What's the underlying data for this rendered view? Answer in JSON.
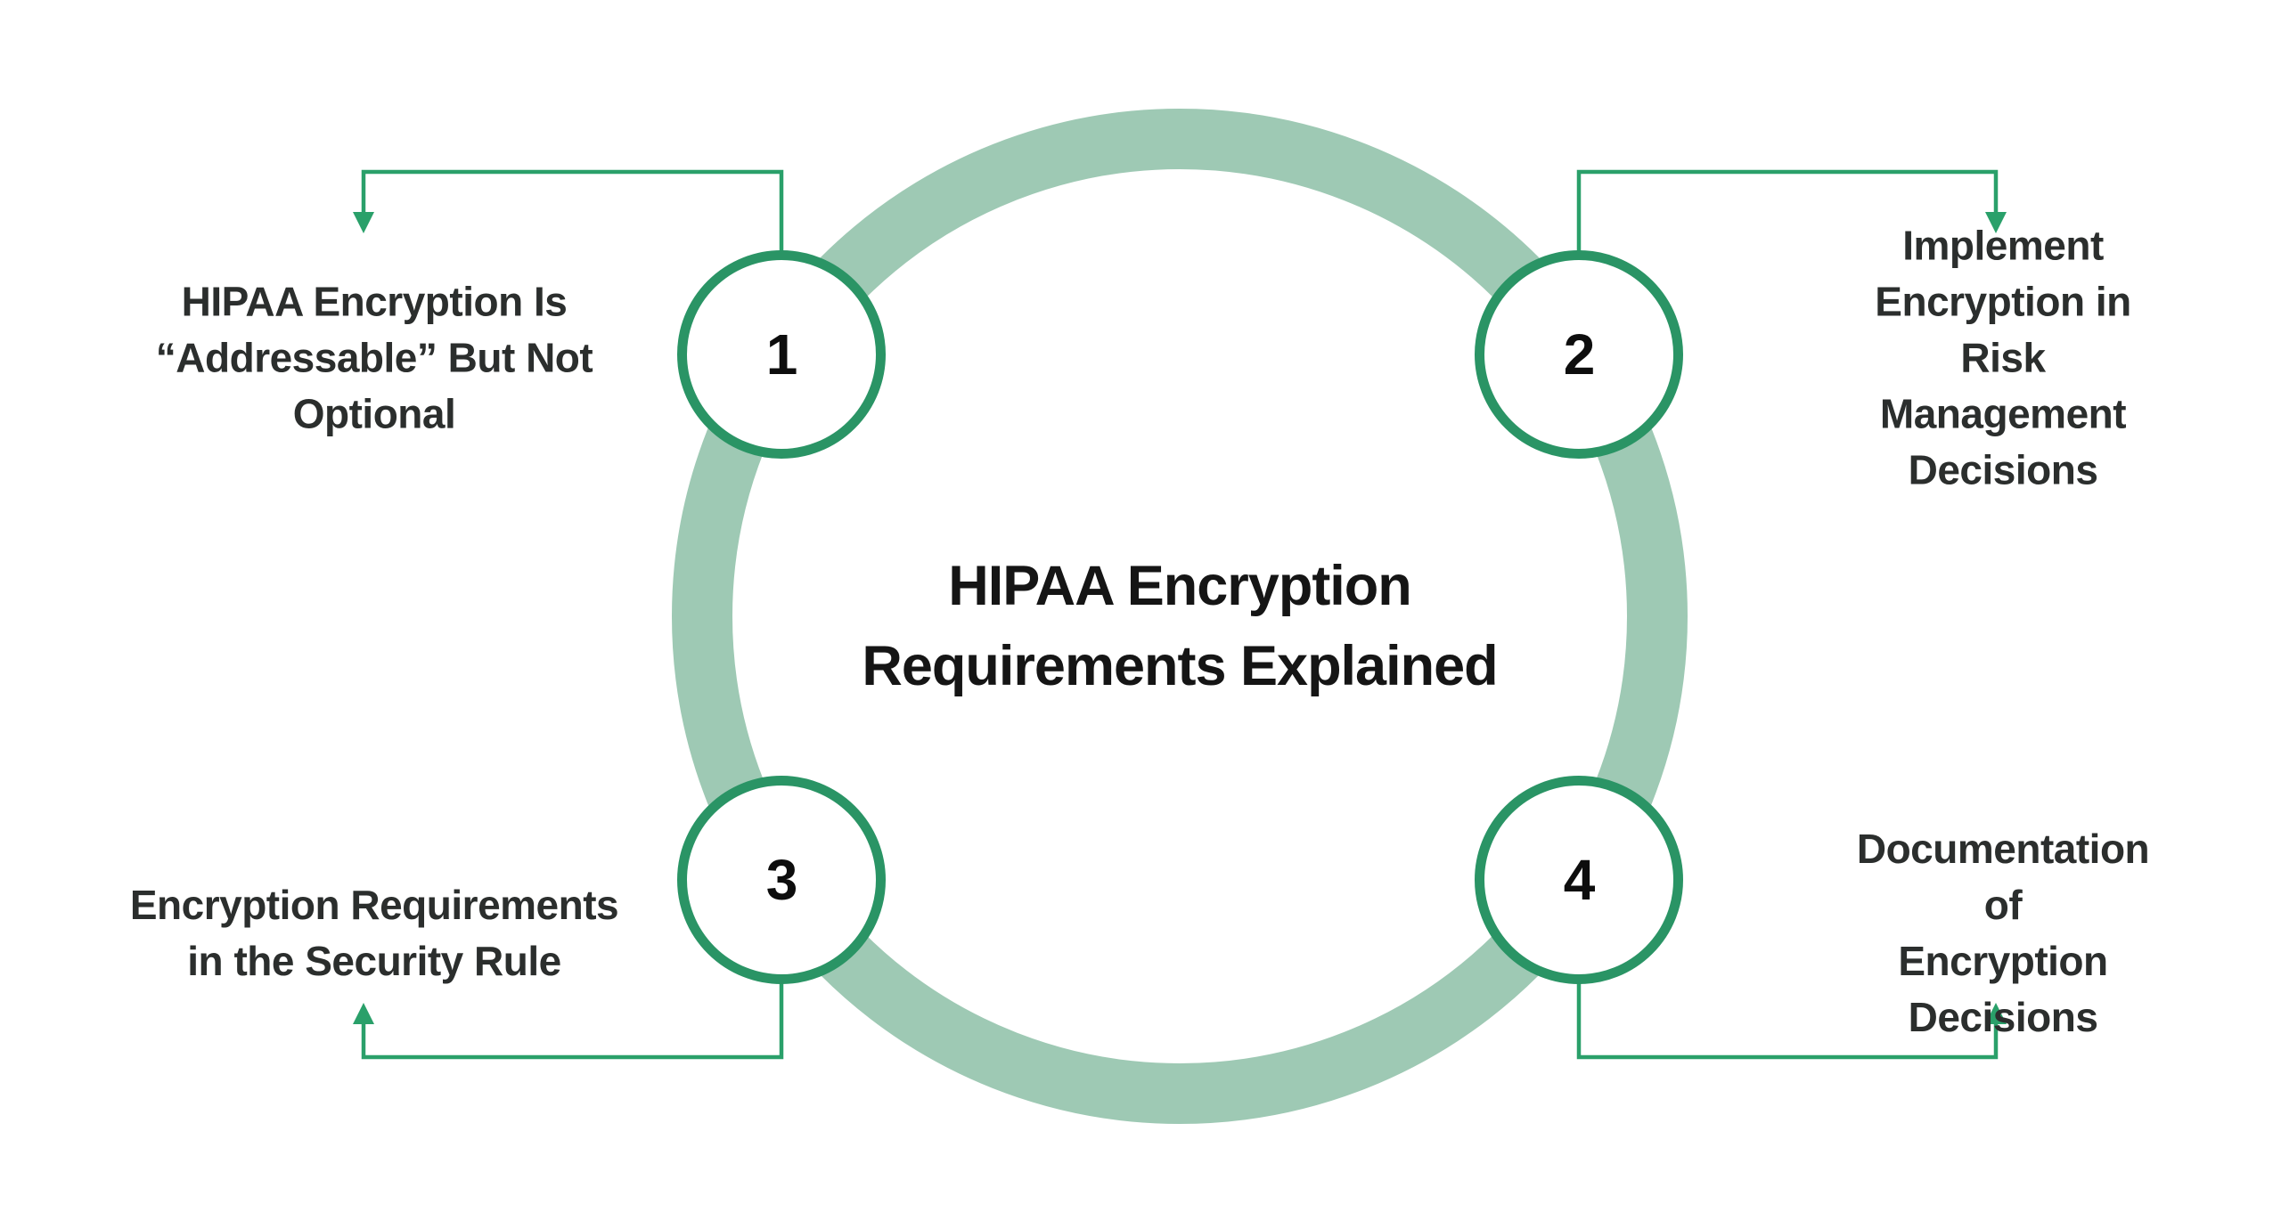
{
  "title": {
    "lines": [
      "HIPAA Encryption",
      "Requirements Explained"
    ]
  },
  "steps": [
    {
      "number": "1",
      "position": "top-left",
      "label_lines": [
        "HIPAA Encryption Is",
        "“Addressable” But Not",
        "Optional"
      ]
    },
    {
      "number": "2",
      "position": "top-right",
      "label_lines": [
        "Implement Encryption in",
        "Risk Management",
        "Decisions"
      ]
    },
    {
      "number": "3",
      "position": "bottom-left",
      "label_lines": [
        "Encryption Requirements",
        "in the Security Rule"
      ]
    },
    {
      "number": "4",
      "position": "bottom-right",
      "label_lines": [
        "Documentation of",
        "Encryption Decisions"
      ]
    }
  ],
  "colors": {
    "background": "#ffffff",
    "ring": "#9ec9b4",
    "connector": "#2aa06a",
    "circle_border": "#2a9465",
    "circle_fill": "#ffffff",
    "number_text": "#0d0d0d",
    "title_text": "#151515",
    "label_text": "#2b2e2d"
  }
}
